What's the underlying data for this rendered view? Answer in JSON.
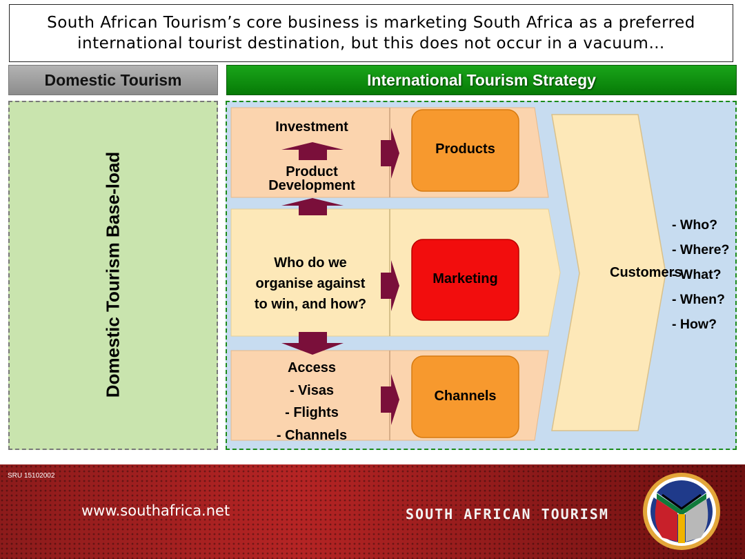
{
  "title": {
    "line1": "South African Tourism’s core business is marketing South Africa as a preferred",
    "line2": "international tourist destination, but this does not occur in a vacuum…"
  },
  "domestic": {
    "header": "Domestic Tourism",
    "vertical_label": "Domestic Tourism Base-load"
  },
  "international": {
    "header": "International Tourism Strategy",
    "investment": "Investment",
    "product_dev_1": "Product",
    "product_dev_2": "Development",
    "who_1": "Who do we",
    "who_2": "organise against",
    "who_3": "to win, and how?",
    "access_title": "Access",
    "access_items": [
      "- Visas",
      "- Flights",
      "- Channels"
    ],
    "products": "Products",
    "marketing": "Marketing",
    "channels": "Channels",
    "customers": "Customers",
    "questions": [
      "- Who?",
      "- Where?",
      "- What?",
      "- When?",
      "- How?"
    ]
  },
  "colors": {
    "row_fill": "#fbd4ae",
    "middle_fill": "#fde8b8",
    "orange_box": "#f7992e",
    "red_box": "#f20d0d",
    "arrow_fill": "#7a0f3a",
    "customer_chevron": "#fde8b8"
  },
  "footer": {
    "code": "SRU 15102002",
    "url": "www.southafrica.net",
    "brand": "SOUTH AFRICAN TOURISM"
  },
  "icons": {
    "logo": "south-africa-flag-emblem-icon"
  }
}
